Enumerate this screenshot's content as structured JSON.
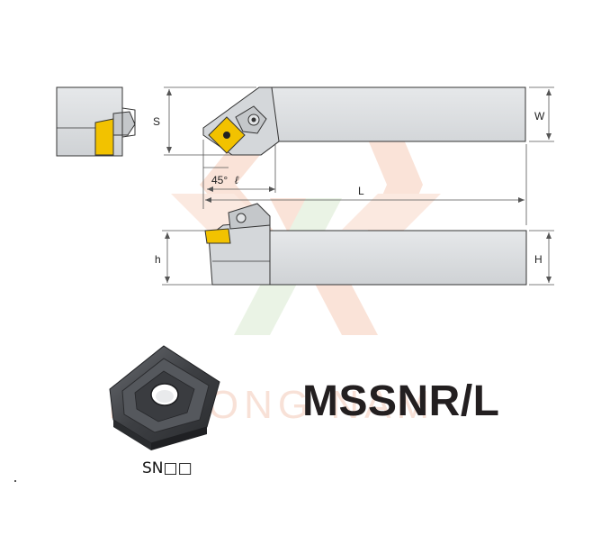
{
  "labels": {
    "s": "S",
    "w": "W",
    "angle": "45°",
    "ell": "ℓ",
    "l": "L",
    "h_small": "h",
    "h_big": "H"
  },
  "title": "MSSNR/L",
  "insert_code": "SN□□",
  "watermark": "PHUONG   NAM",
  "colors": {
    "holder_fill": "#dcdee0",
    "outline": "#333333",
    "insert_yellow": "#f2c200",
    "insert_dark": "#4a4c50",
    "watermark_orange": "#f4b79c",
    "watermark_green": "#cfe4c4",
    "title": "#231f20"
  }
}
